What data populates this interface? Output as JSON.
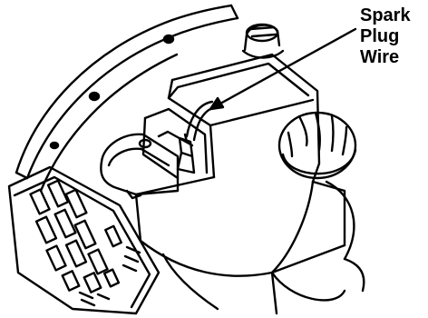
{
  "callout": {
    "lines": [
      "Spark",
      "Plug",
      "Wire"
    ]
  },
  "colors": {
    "ink": "#000000",
    "paper": "#ffffff"
  }
}
